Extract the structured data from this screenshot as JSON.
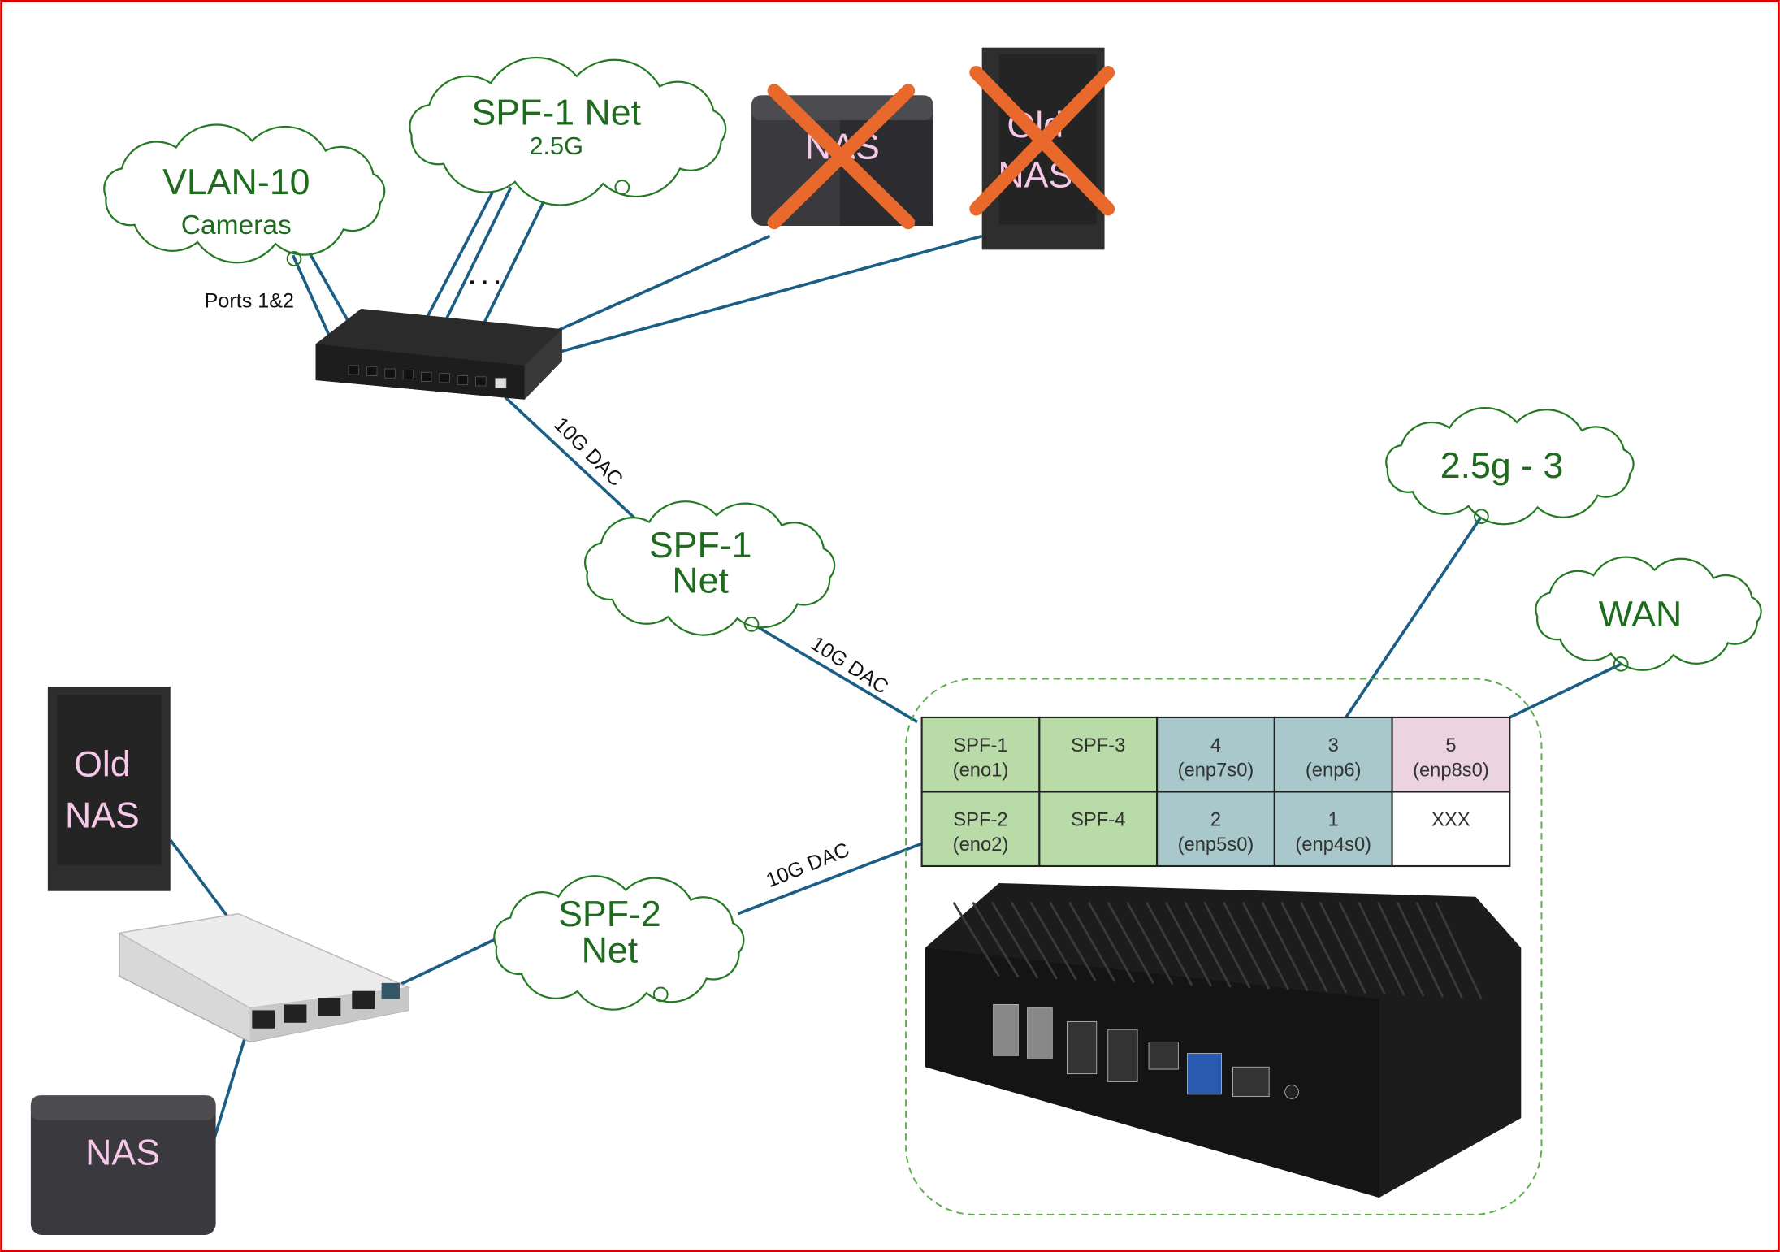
{
  "colors": {
    "border": "#e00000",
    "link": "#1b5e85",
    "cloud_text": "#1e6b1e",
    "device_text": "#f6c8ea",
    "cross": "#e8692b",
    "sfp_cell": "#b9dba8",
    "eth_cell": "#a8c8cc",
    "wan_cell": "#ecd3e0",
    "group_outline": "#5bb04a"
  },
  "clouds": {
    "vlan10": {
      "line1": "VLAN-10",
      "line2": "Cameras"
    },
    "spf1_top": {
      "line1": "SPF-1 Net",
      "line2": "2.5G"
    },
    "spf1": {
      "line1": "SPF-1",
      "line2": "Net"
    },
    "spf2": {
      "line1": "SPF-2",
      "line2": "Net"
    },
    "g25_3": {
      "line1": "2.5g - 3"
    },
    "wan": {
      "line1": "WAN"
    }
  },
  "devices": {
    "nas_top": {
      "label": "NAS",
      "crossed": true,
      "icon": "nas-icon"
    },
    "old_nas_top": {
      "line1": "Old",
      "line2": "NAS",
      "crossed": true,
      "icon": "tower-server-icon"
    },
    "old_nas_left": {
      "line1": "Old",
      "line2": "NAS",
      "icon": "tower-server-icon"
    },
    "nas_bottom": {
      "label": "NAS",
      "icon": "nas-icon"
    },
    "sfp_switch": {
      "icon": "switch-icon"
    },
    "mikrotik_switch": {
      "icon": "switch-icon"
    },
    "router": {
      "icon": "mini-pc-router-icon"
    }
  },
  "labels": {
    "ports": "Ports 1&2",
    "ellipsis": ". . .",
    "dac1": "10G DAC",
    "dac2": "10G DAC",
    "dac3": "10G DAC"
  },
  "port_table": {
    "rows": [
      [
        {
          "l1": "SPF-1",
          "l2": "(eno1)",
          "type": "sfp"
        },
        {
          "l1": "SPF-3",
          "l2": "",
          "type": "sfp"
        },
        {
          "l1": "4",
          "l2": "(enp7s0)",
          "type": "eth"
        },
        {
          "l1": "3",
          "l2": "(enp6)",
          "type": "eth"
        },
        {
          "l1": "5",
          "l2": "(enp8s0)",
          "type": "wan"
        }
      ],
      [
        {
          "l1": "SPF-2",
          "l2": "(eno2)",
          "type": "sfp"
        },
        {
          "l1": "SPF-4",
          "l2": "",
          "type": "sfp"
        },
        {
          "l1": "2",
          "l2": "(enp5s0)",
          "type": "eth"
        },
        {
          "l1": "1",
          "l2": "(enp4s0)",
          "type": "eth"
        },
        {
          "l1": "XXX",
          "l2": "",
          "type": "none"
        }
      ]
    ]
  }
}
